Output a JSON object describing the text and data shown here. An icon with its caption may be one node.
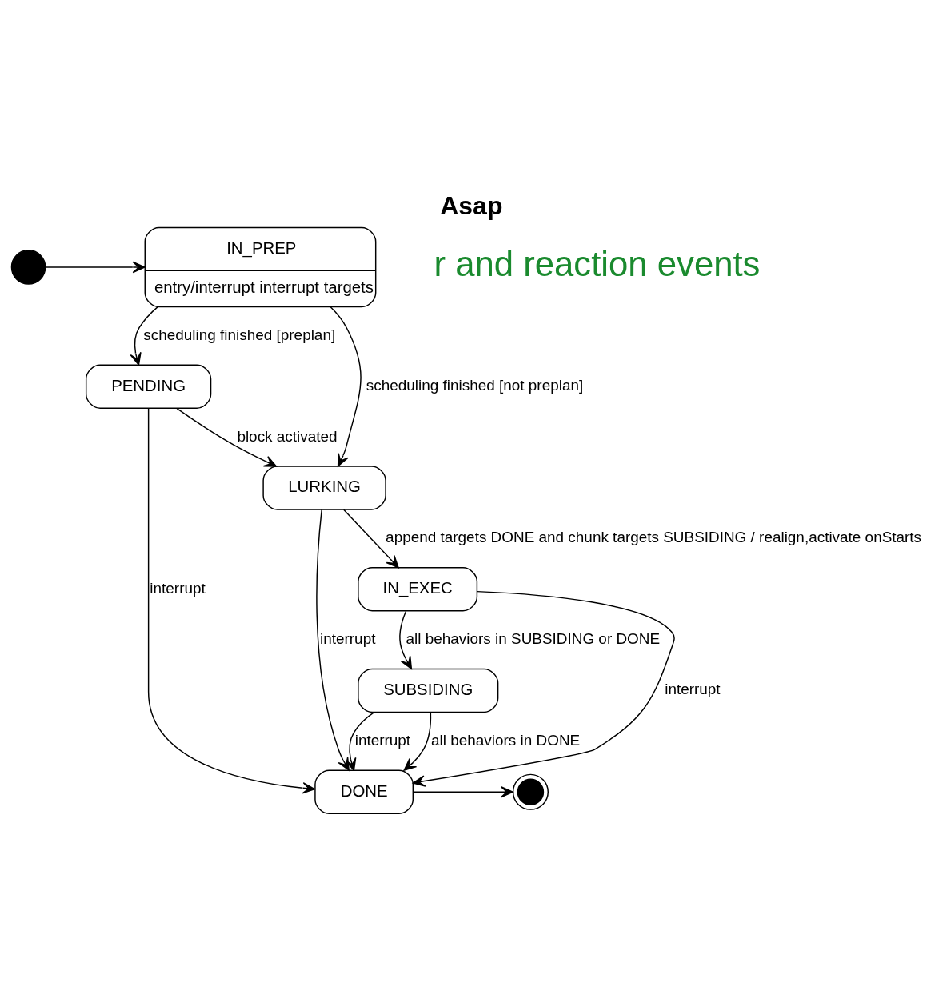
{
  "diagram": {
    "title": "Asap",
    "nodes": [
      {
        "text": [],
        "shape": "circle"
      },
      {
        "text": [
          "IN_PREP",
          "entry/interrupt interrupt targets"
        ]
      },
      {
        "text": [
          "PENDING"
        ]
      },
      {
        "text": [
          "LURKING"
        ]
      },
      {
        "text": [
          "IN_EXEC"
        ]
      },
      {
        "text": [
          "SUBSIDING"
        ]
      },
      {
        "text": [
          "DONE"
        ]
      },
      {
        "text": [],
        "shape": "circle"
      }
    ],
    "edges": [
      {
        "from": 0,
        "to": 1,
        "arrow": "to"
      },
      {
        "from": 1,
        "to": 2,
        "arrow": "to",
        "label": "scheduling finished [preplan]"
      },
      {
        "from": 1,
        "to": 3,
        "arrow": "to",
        "label": "scheduling finished [not preplan]"
      },
      {
        "from": 2,
        "to": 3,
        "arrow": "to",
        "label": "block activated"
      },
      {
        "from": 3,
        "to": 4,
        "arrow": "to",
        "label": "append targets DONE and chunk targets SUBSIDING / realign,activate onStarts"
      },
      {
        "from": 4,
        "to": 5,
        "arrow": "to",
        "label": "all behaviors in SUBSIDING or DONE"
      },
      {
        "from": 5,
        "to": 6,
        "arrow": "to",
        "label": "all behaviors in DONE"
      },
      {
        "from": 2,
        "to": 6,
        "arrow": "to",
        "label": "interrupt"
      },
      {
        "from": 3,
        "to": 6,
        "arrow": "to",
        "label": "interrupt"
      },
      {
        "from": 4,
        "to": 6,
        "arrow": "to",
        "label": "interrupt"
      },
      {
        "from": 5,
        "to": 6,
        "arrow": "to",
        "label": "interrupt"
      },
      {
        "from": 6,
        "to": 7,
        "arrow": "to"
      }
    ],
    "labels": [
      "r and reaction events"
    ]
  }
}
